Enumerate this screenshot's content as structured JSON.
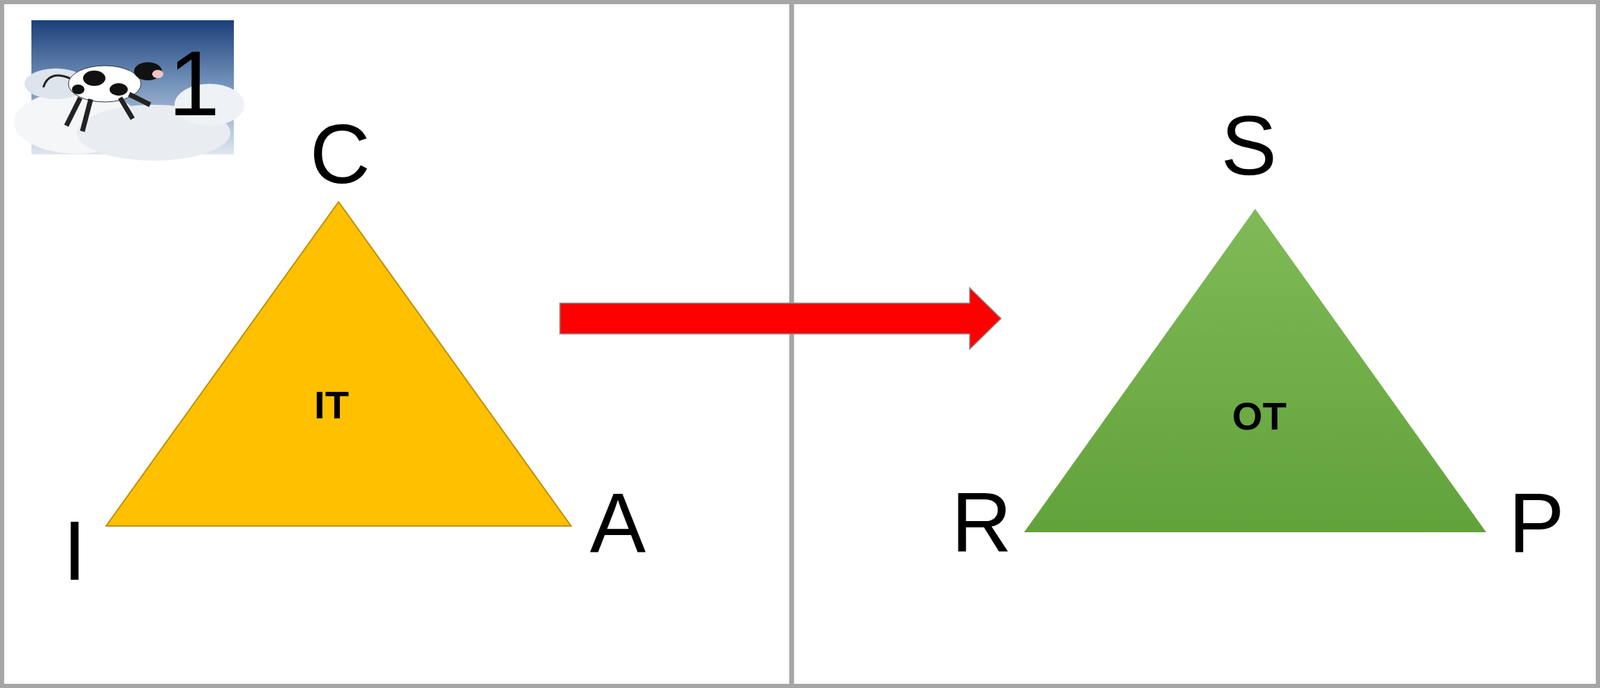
{
  "diagram": {
    "nodes": [
      {
        "text": [
          "IT"
        ]
      },
      {
        "text": [
          "OT"
        ]
      }
    ],
    "edges": [
      {
        "from": 0,
        "to": 1,
        "arrow": "to"
      }
    ],
    "labels": [
      "1",
      "C",
      "I",
      "A",
      "S",
      "R",
      "P"
    ]
  }
}
